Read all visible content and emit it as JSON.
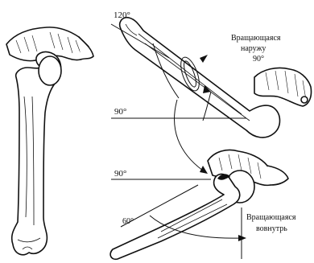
{
  "diagram": {
    "angles": {
      "a120": "120°",
      "a90_top_right": "90°",
      "a90_mid": "90°",
      "a90_lower": "90°",
      "a60": "60°"
    },
    "labels": {
      "external_rotation_line1": "Вращающаяся",
      "external_rotation_line2": "наружу",
      "internal_rotation_line1": "Вращающаяся",
      "internal_rotation_line2": "вовнутрь"
    }
  }
}
